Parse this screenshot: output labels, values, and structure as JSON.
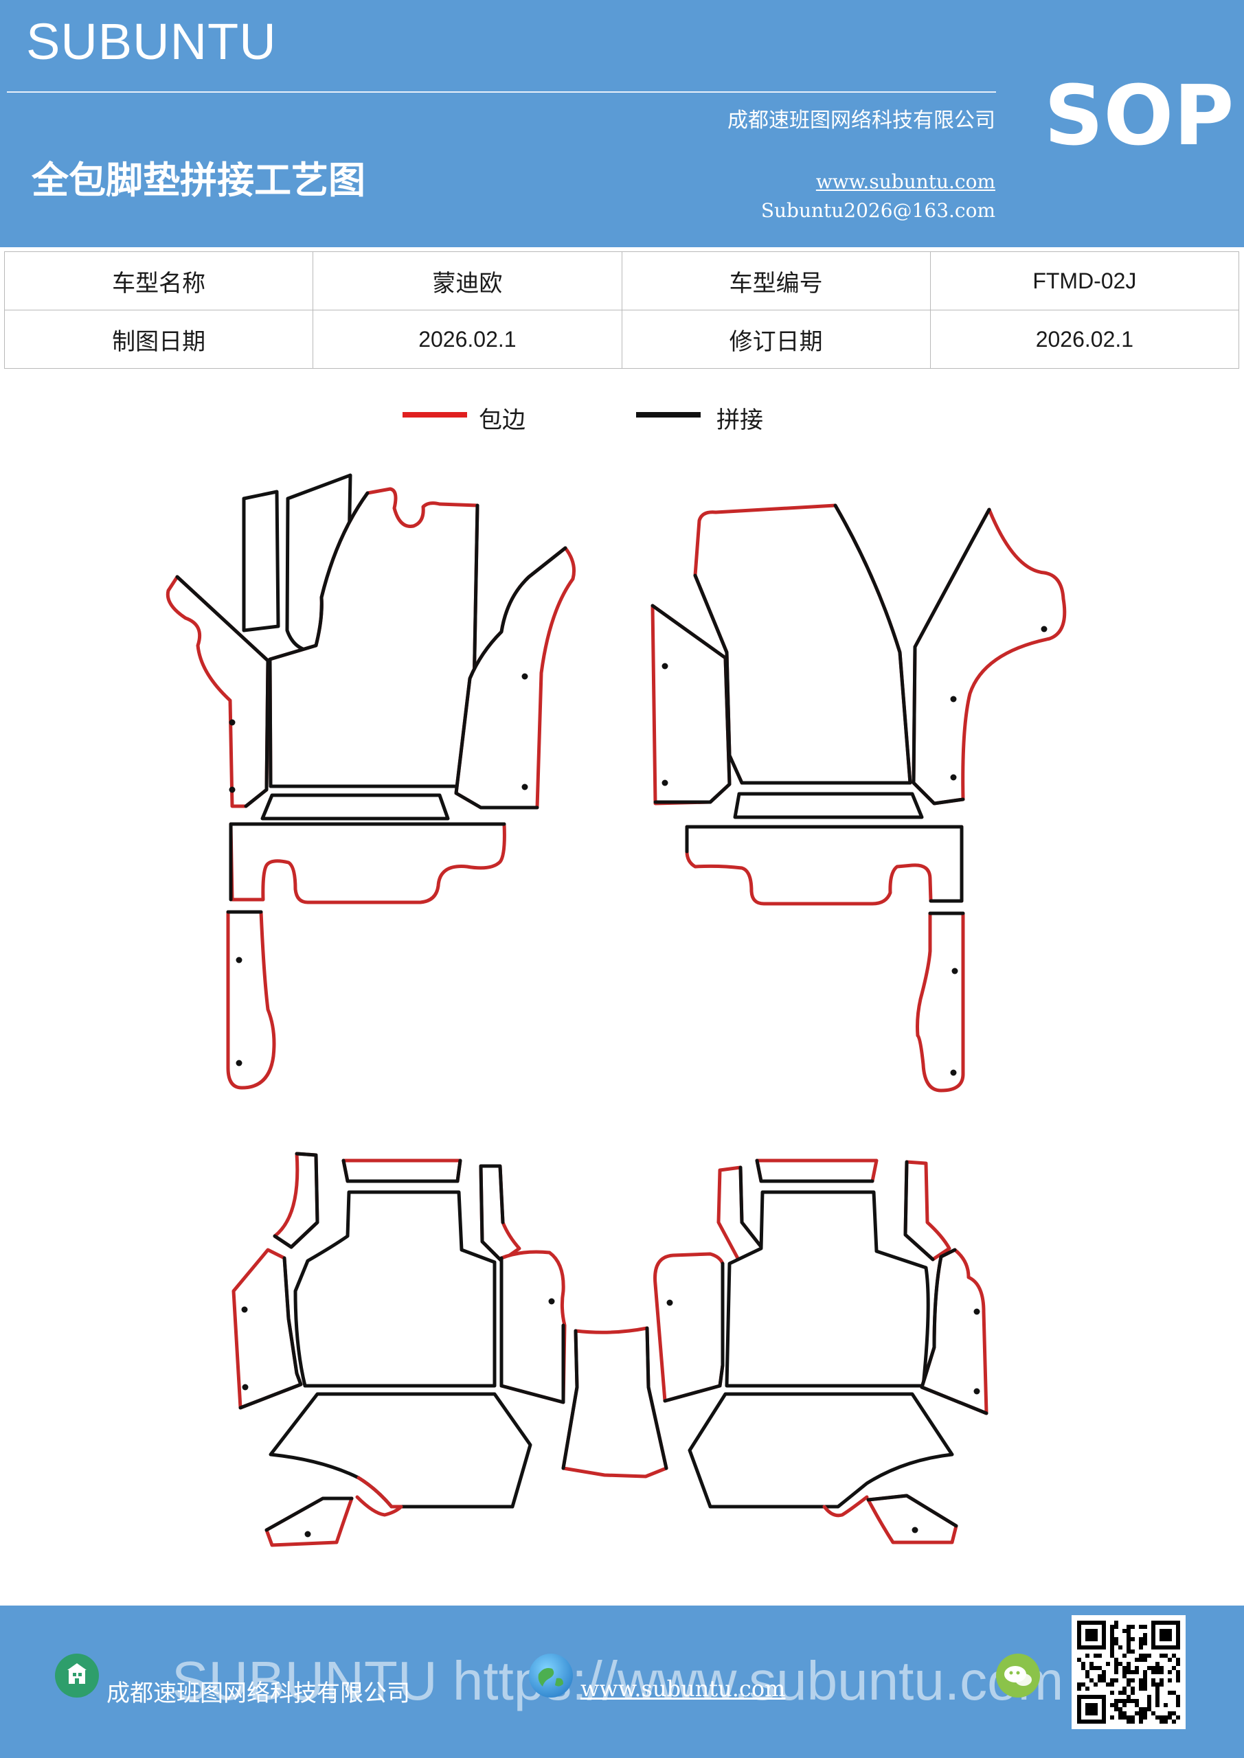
{
  "header": {
    "brand": "SUBUNTU",
    "badge": "SOP",
    "company": "成都速班图网络科技有限公司",
    "title": "全包脚垫拼接工艺图",
    "website": "www.subuntu.com",
    "email": "Subuntu2026@163.com"
  },
  "info_table": {
    "rows": [
      [
        "车型名称",
        "蒙迪欧",
        "车型编号",
        "FTMD-02J"
      ],
      [
        "制图日期",
        "2026.02.1",
        "修订日期",
        "2026.02.1"
      ]
    ]
  },
  "legend": [
    {
      "label": "包边",
      "color": "#e02020"
    },
    {
      "label": "拼接",
      "color": "#111111"
    }
  ],
  "colors": {
    "header_bg": "#5b9bd5",
    "binding": "#c62828",
    "seam": "#111111"
  },
  "footer": {
    "watermark": "SUBUNTU https://www.subuntu.com",
    "company": "成都速班图网络科技有限公司",
    "website": "www.subuntu.com",
    "icons": [
      "building-icon",
      "globe-icon",
      "wechat-icon",
      "qr-code"
    ]
  }
}
